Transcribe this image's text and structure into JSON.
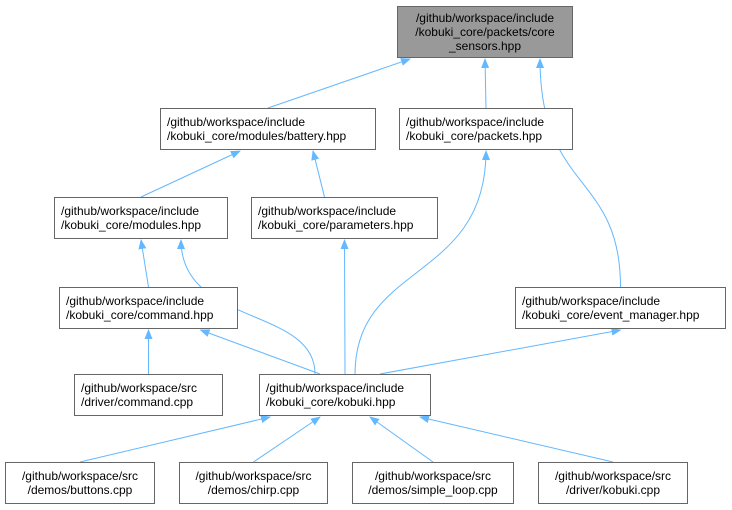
{
  "colors": {
    "edge": "#63b8ff",
    "node_border": "#666666",
    "root_fill": "#999999",
    "node_fill": "#ffffff"
  },
  "nodes": {
    "sensors": {
      "lines": [
        "/github/workspace/include",
        "/kobuki_core/packets/core",
        "_sensors.hpp"
      ]
    },
    "battery": {
      "lines": [
        "/github/workspace/include",
        "/kobuki_core/modules/battery.hpp"
      ]
    },
    "packets": {
      "lines": [
        "/github/workspace/include",
        "/kobuki_core/packets.hpp"
      ]
    },
    "modules": {
      "lines": [
        "/github/workspace/include",
        "/kobuki_core/modules.hpp"
      ]
    },
    "parameters": {
      "lines": [
        "/github/workspace/include",
        "/kobuki_core/parameters.hpp"
      ]
    },
    "command": {
      "lines": [
        "/github/workspace/include",
        "/kobuki_core/command.hpp"
      ]
    },
    "event_manager": {
      "lines": [
        "/github/workspace/include",
        "/kobuki_core/event_manager.hpp"
      ]
    },
    "command_cpp": {
      "lines": [
        "/github/workspace/src",
        "/driver/command.cpp"
      ]
    },
    "kobuki_hpp": {
      "lines": [
        "/github/workspace/include",
        "/kobuki_core/kobuki.hpp"
      ]
    },
    "buttons": {
      "lines": [
        "/github/workspace/src",
        "/demos/buttons.cpp"
      ]
    },
    "chirp": {
      "lines": [
        "/github/workspace/src",
        "/demos/chirp.cpp"
      ]
    },
    "simple_loop": {
      "lines": [
        "/github/workspace/src",
        "/demos/simple_loop.cpp"
      ]
    },
    "kobuki_cpp": {
      "lines": [
        "/github/workspace/src",
        "/driver/kobuki.cpp"
      ]
    }
  },
  "edges": [
    {
      "from": "battery",
      "to": "sensors"
    },
    {
      "from": "packets",
      "to": "sensors"
    },
    {
      "from": "event_manager",
      "to": "sensors"
    },
    {
      "from": "modules",
      "to": "battery"
    },
    {
      "from": "parameters",
      "to": "battery"
    },
    {
      "from": "kobuki_hpp",
      "to": "packets"
    },
    {
      "from": "command",
      "to": "modules"
    },
    {
      "from": "kobuki_hpp",
      "to": "modules"
    },
    {
      "from": "kobuki_hpp",
      "to": "parameters"
    },
    {
      "from": "command_cpp",
      "to": "command"
    },
    {
      "from": "kobuki_hpp",
      "to": "command"
    },
    {
      "from": "kobuki_hpp",
      "to": "event_manager"
    },
    {
      "from": "buttons",
      "to": "kobuki_hpp"
    },
    {
      "from": "chirp",
      "to": "kobuki_hpp"
    },
    {
      "from": "simple_loop",
      "to": "kobuki_hpp"
    },
    {
      "from": "kobuki_cpp",
      "to": "kobuki_hpp"
    }
  ]
}
